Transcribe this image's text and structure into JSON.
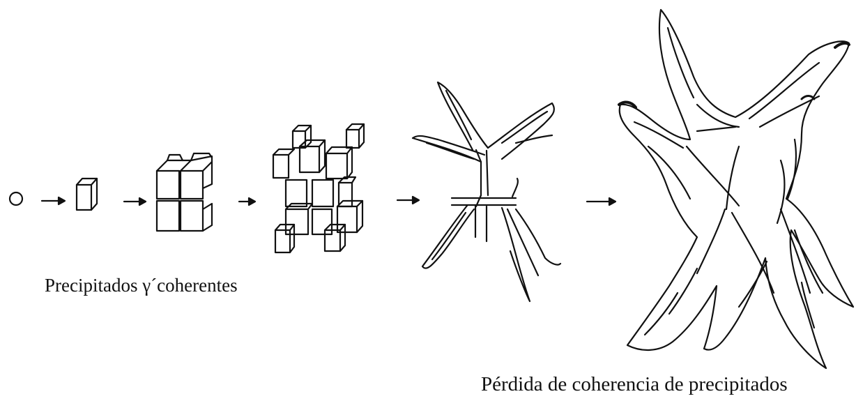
{
  "captions": {
    "coherent": "Precipitados γ´coherentes",
    "loss": "Pérdida de coherencia de precipitados"
  },
  "stages": [
    {
      "name": "nucleus",
      "shape": "circle"
    },
    {
      "name": "single-cube",
      "shape": "cube"
    },
    {
      "name": "cube-cluster",
      "shape": "cube-array"
    },
    {
      "name": "split-cube-array",
      "shape": "cube-array"
    },
    {
      "name": "dendrite-small",
      "shape": "star"
    },
    {
      "name": "dendrite-large",
      "shape": "star"
    }
  ],
  "colors": {
    "ink": "#111111",
    "background": "#ffffff"
  }
}
